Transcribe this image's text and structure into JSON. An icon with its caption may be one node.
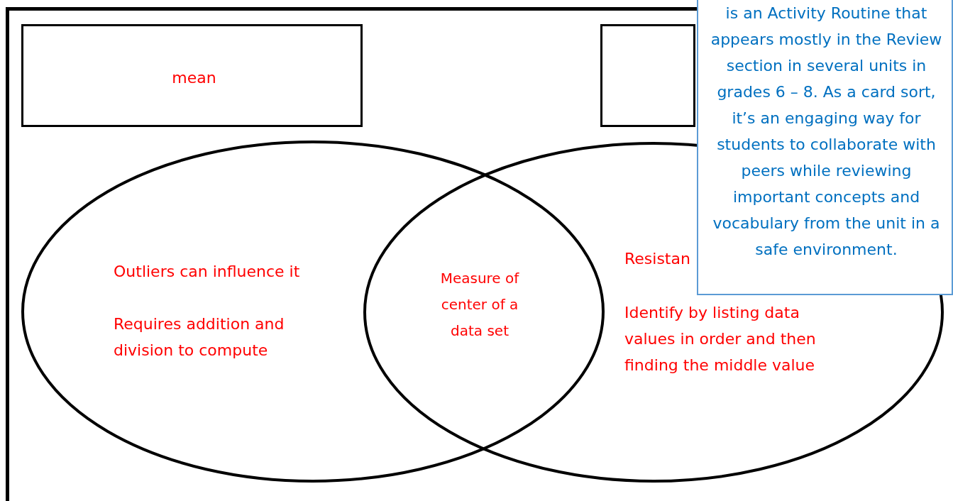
{
  "diagram": {
    "nodes": [
      {
        "text": [
          "mean"
        ]
      },
      {
        "text": [],
        "shape": "box"
      },
      {
        "text": [
          "Outliers can influence it",
          "Requires addition and division to compute"
        ]
      },
      {
        "text": [
          "Resistan",
          "Identify by listing data values in order and then finding the middle value"
        ]
      },
      {
        "text": [
          "is an Activity Routine that appears mostly in the Review section in several units in grades 6 – 8. As a card sort, it’s an engaging way for students to collaborate with peers while reviewing important concepts and vocabulary from the unit in a safe environment."
        ]
      }
    ],
    "edges": [],
    "labels": [
      "Measure of center of a data set"
    ]
  }
}
